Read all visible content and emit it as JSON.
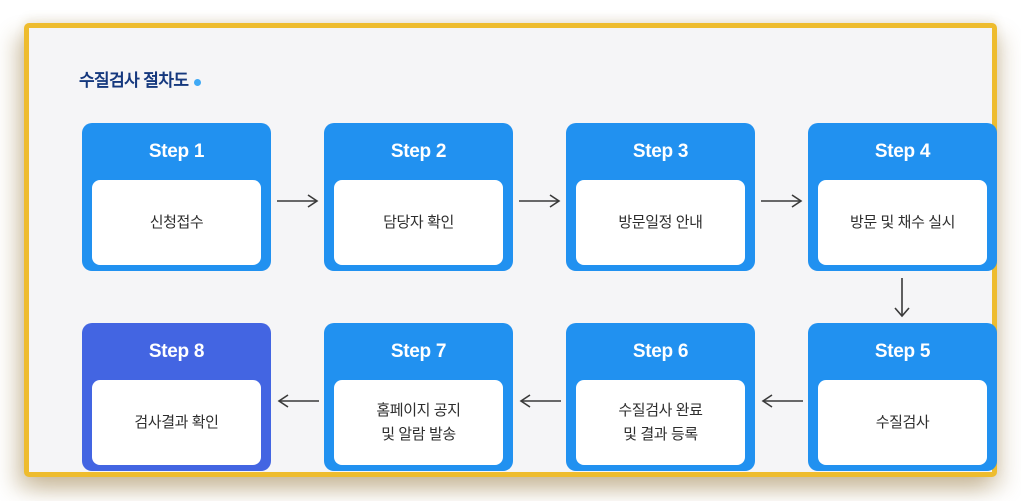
{
  "title": "수질검사 절차도",
  "colors": {
    "gold": "#eebc2e",
    "blue": "#2191f0",
    "indigo": "#4365e2",
    "navy": "#15387e",
    "dotblue": "#3fa9f5",
    "arrow": "#3a3a3a",
    "panel_bg": "#f5f5f7",
    "text": "#2e2e2e"
  },
  "steps": [
    {
      "label": "Step 1",
      "text": "신청접수"
    },
    {
      "label": "Step 2",
      "text": "담당자 확인"
    },
    {
      "label": "Step 3",
      "text": "방문일정 안내"
    },
    {
      "label": "Step 4",
      "text": "방문 및 채수 실시"
    },
    {
      "label": "Step 5",
      "text": "수질검사"
    },
    {
      "label": "Step 6",
      "text": "수질검사 완료\n및 결과 등록"
    },
    {
      "label": "Step 7",
      "text": "홈페이지 공지\n및 알람 발송"
    },
    {
      "label": "Step 8",
      "text": "검사결과 확인"
    }
  ]
}
